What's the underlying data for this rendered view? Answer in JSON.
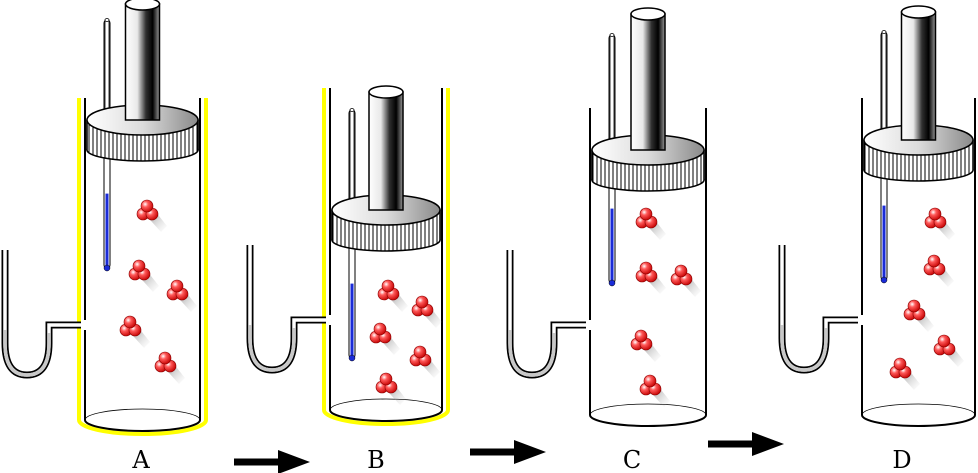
{
  "panels": [
    {
      "label": "A"
    },
    {
      "label": "B"
    },
    {
      "label": "C"
    },
    {
      "label": "D"
    }
  ],
  "colors": {
    "insulation": "#ffff00",
    "thermometer_fluid": "#1a2bd8",
    "molecule": "#e81818",
    "outline": "#000000",
    "manometer_fluid": "#c8c8c8"
  },
  "icons": [
    "arrow-right-icon",
    "molecule-icon",
    "thermometer-icon",
    "piston-icon",
    "manometer-icon"
  ]
}
